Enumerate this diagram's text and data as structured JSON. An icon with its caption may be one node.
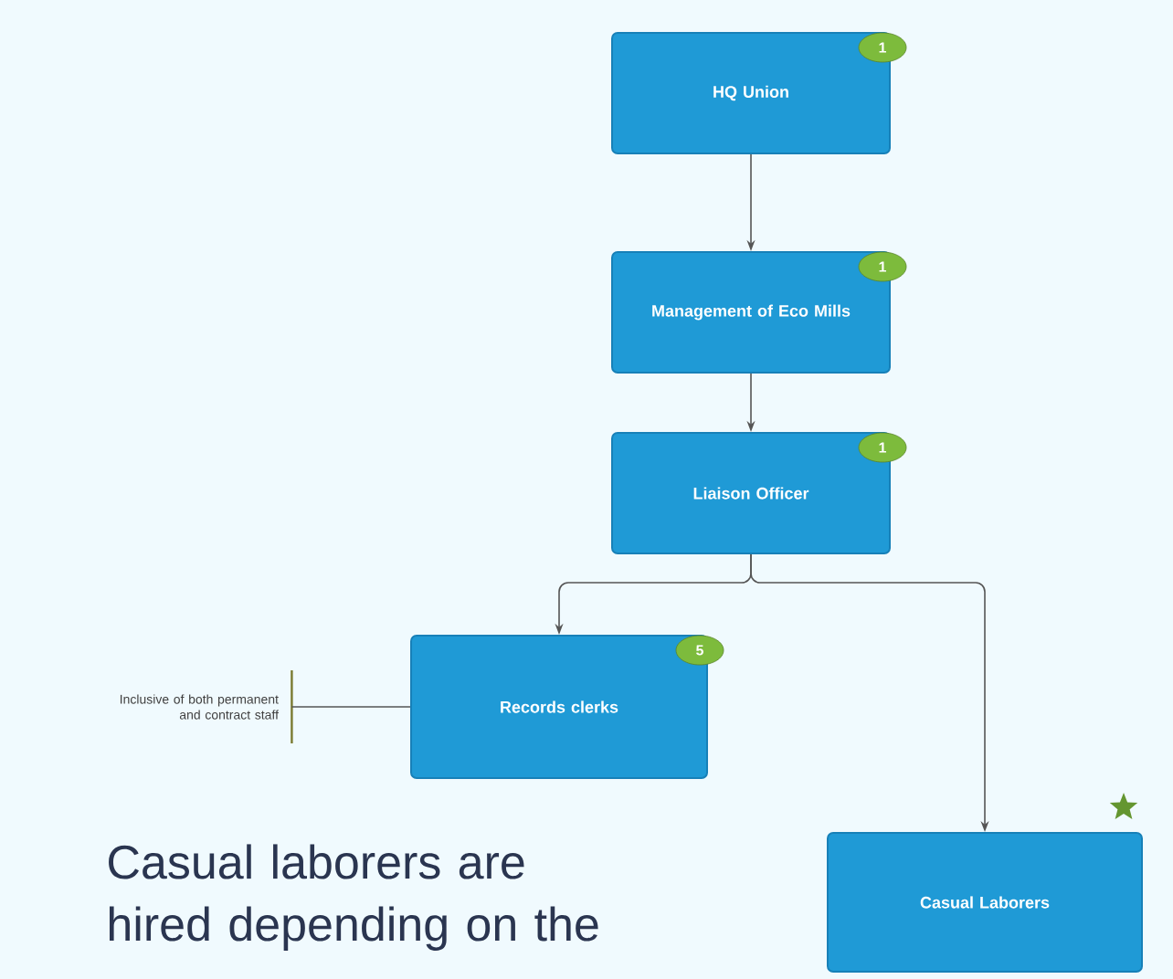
{
  "diagram": {
    "nodes": [
      {
        "text": [
          "HQ Union",
          "1"
        ]
      },
      {
        "text": [
          "Management of Eco Mills",
          "1"
        ]
      },
      {
        "text": [
          "Liaison Officer",
          "1"
        ]
      },
      {
        "text": [
          "Records clerks",
          "5"
        ]
      },
      {
        "text": [
          "Casual Laborers"
        ]
      },
      {
        "text": [
          "Inclusive of both permanent and contract staff"
        ]
      }
    ],
    "edges": [
      {
        "from": 0,
        "to": 1,
        "arrow": "to"
      },
      {
        "from": 1,
        "to": 2,
        "arrow": "to"
      },
      {
        "from": 2,
        "to": 3,
        "arrow": "to"
      },
      {
        "from": 2,
        "to": 4,
        "arrow": "to"
      },
      {
        "from": 5,
        "to": 3,
        "arrow": "none"
      }
    ],
    "labels": [
      "Casual laborers are hired depending on the"
    ]
  }
}
